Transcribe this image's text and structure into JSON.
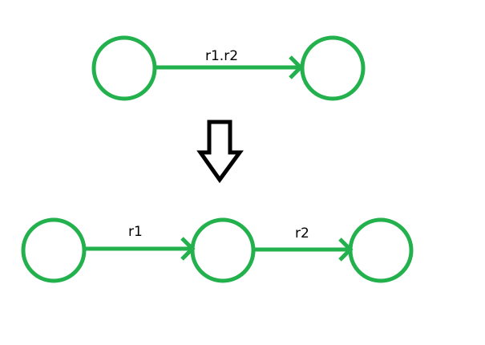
{
  "colors": {
    "edge": "#22b14c",
    "transform_arrow": "#000000"
  },
  "before": {
    "edge_label": "r1.r2"
  },
  "after": {
    "edge_labels": [
      "r1",
      "r2"
    ]
  }
}
